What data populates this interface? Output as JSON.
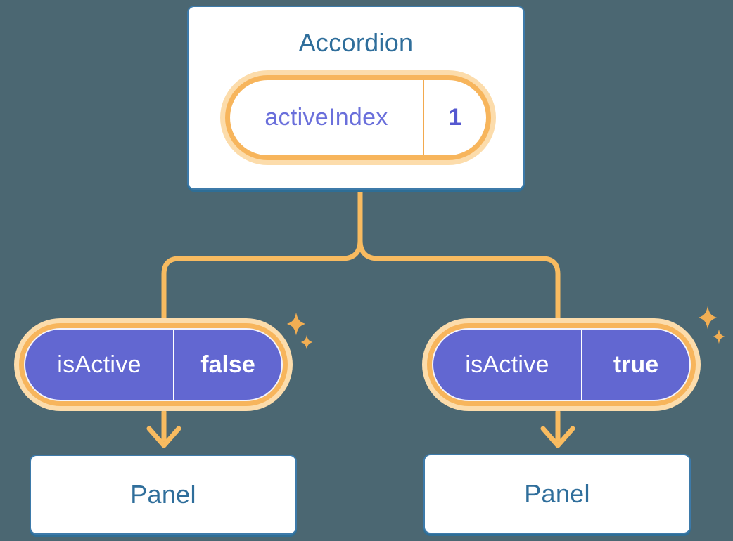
{
  "colors": {
    "background": "#4b6772",
    "box_border": "#3d7aa9",
    "box_shadow": "#2e6e96",
    "box_text": "#2f6e9b",
    "glow": "#fcdcab",
    "orange": "#f7b55c",
    "divider_orange": "#f2a94e",
    "connector": "#f8bb60",
    "sparkle": "#f2ae53",
    "purple": "#6267d1",
    "purple_label": "#6a6fdb",
    "purple_value": "#5558d0",
    "white_text": "#ffffff"
  },
  "tree": {
    "root": {
      "title": "Accordion",
      "state": {
        "name": "activeIndex",
        "value": "1"
      }
    },
    "children": [
      {
        "prop": {
          "name": "isActive",
          "value": "false"
        },
        "panel": {
          "title": "Panel"
        }
      },
      {
        "prop": {
          "name": "isActive",
          "value": "true"
        },
        "panel": {
          "title": "Panel"
        }
      }
    ]
  }
}
